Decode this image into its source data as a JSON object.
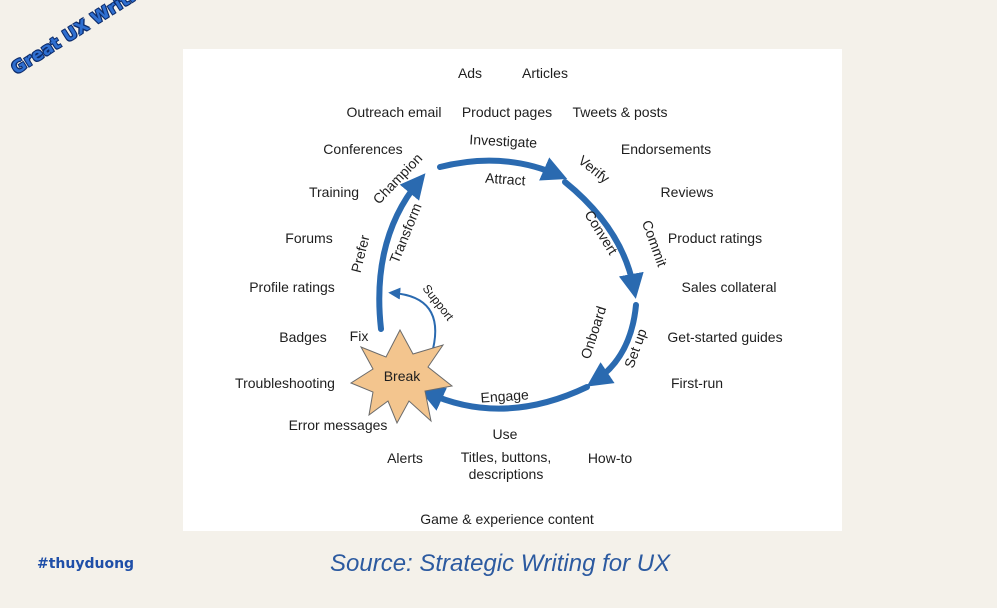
{
  "stamp": "Great UX Writing",
  "hashtag": "#thuyduong",
  "source": "Source: Strategic Writing for UX",
  "cycle": {
    "stages": [
      "Investigate",
      "Attract",
      "Verify",
      "Convert",
      "Commit",
      "Onboard",
      "Set up",
      "Engage",
      "Use",
      "Fix",
      "Prefer",
      "Transform",
      "Champion"
    ],
    "branch_label": "Support",
    "break_label": "Break"
  },
  "content_types": {
    "top": [
      "Ads",
      "Articles"
    ],
    "ring": [
      "Outreach email",
      "Product pages",
      "Tweets & posts",
      "Endorsements",
      "Reviews",
      "Product ratings",
      "Sales collateral",
      "Get-started guides",
      "First-run",
      "How-to",
      "Alerts",
      "Error messages",
      "Troubleshooting",
      "Badges",
      "Profile ratings",
      "Forums",
      "Training",
      "Conferences"
    ],
    "use_detail": [
      "Titles, buttons,",
      "descriptions"
    ],
    "bottom": "Game & experience content"
  },
  "colors": {
    "background": "#f4f1ea",
    "panel": "#ffffff",
    "arrow": "#2a6ab0",
    "starburst": "#f3c58e",
    "source_text": "#2c5aa0"
  }
}
